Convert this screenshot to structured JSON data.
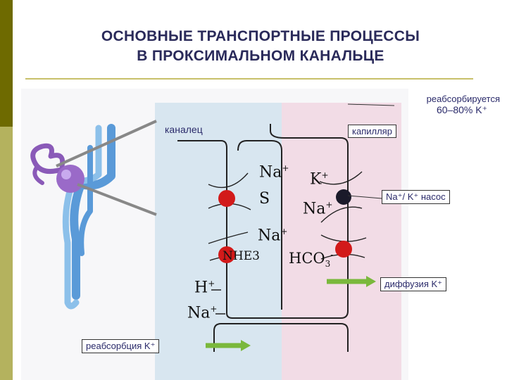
{
  "title_line1": "ОСНОВНЫЕ ТРАНСПОРТНЫЕ ПРОЦЕССЫ",
  "title_line2": "В ПРОКСИМАЛЬНОМ КАНАЛЬЦЕ",
  "labels": {
    "reabsorbed_line1": "реабсорбируется",
    "reabsorbed_line2": "60–80% K⁺",
    "tubule": "каналец",
    "capillary": "капилляр",
    "pump": "Na⁺/ K⁺ насос",
    "diffusion": "диффузия K⁺",
    "reabsorption": "реабсорбция K⁺",
    "nhe3": "NHE3"
  },
  "ions": {
    "na": "Na",
    "s": "S",
    "k": "K",
    "h": "H",
    "hco3": "HCO",
    "plus": "+",
    "minus": "-",
    "sub3": "3"
  },
  "colors": {
    "transporter_red": "#d21a1a",
    "pump_dark": "#1a1a2a",
    "arrow_green": "#7ab83c",
    "nephron_blue": "#5a9ad8",
    "glomerulus_purple": "#8a5ab8"
  }
}
